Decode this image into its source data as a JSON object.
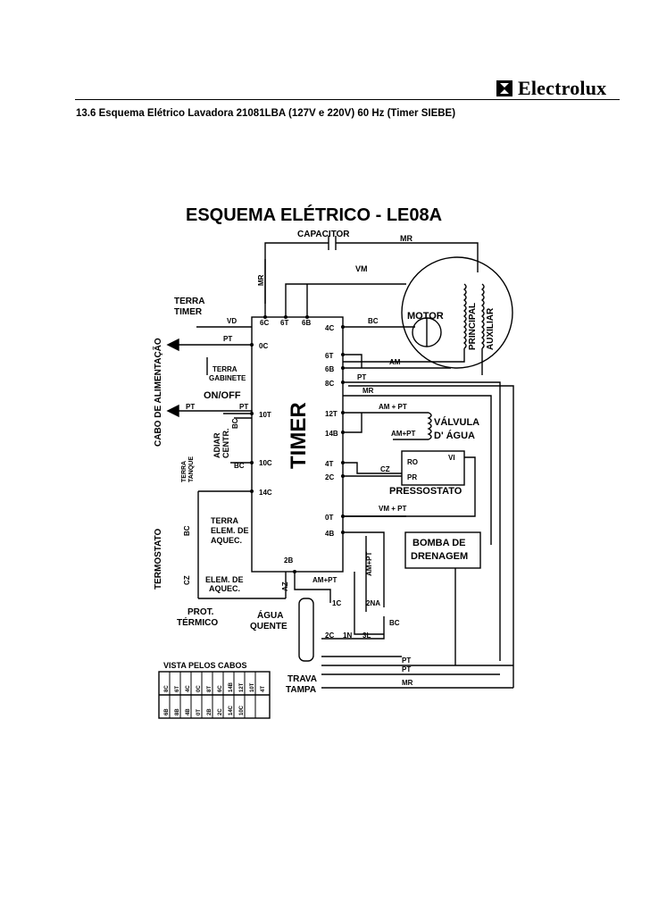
{
  "header": {
    "brand": "Electrolux",
    "caption": "13.6 Esquema Elétrico Lavadora 21081LBA  (127V e 220V) 60 Hz (Timer SIEBE)"
  },
  "diagram": {
    "title": "ESQUEMA  ELÉTRICO - LE08A",
    "capacitor": "CAPACITOR",
    "motor": "MOTOR",
    "principal": "PRINCIPAL",
    "auxiliar": "AUXILIAR",
    "timer": "TIMER",
    "terra_timer_1": "TERRA",
    "terra_timer_2": "TIMER",
    "cabo_alimentacao": "CABO DE ALIMENTAÇÃO",
    "terra_gabinete_1": "TERRA",
    "terra_gabinete_2": "GABINETE",
    "on_off": "ON/OFF",
    "adiar_1": "ADIAR",
    "adiar_2": "CENTR.",
    "terra_tanque_1": "TERRA",
    "terra_tanque_2": "TANQUE",
    "terra_elem_1": "TERRA",
    "terra_elem_2": "ELEM. DE",
    "terra_elem_3": "AQUEC.",
    "termostato": "TERMOSTATO",
    "elem_aquec_1": "ELEM. DE",
    "elem_aquec_2": "AQUEC.",
    "prot_1": "PROT.",
    "prot_2": "TÉRMICO",
    "agua_1": "ÁGUA",
    "agua_2": "QUENTE",
    "valvula_1": "VÁLVULA",
    "valvula_2": "D' ÁGUA",
    "pressostato": "PRESSOSTATO",
    "bomba_1": "BOMBA DE",
    "bomba_2": "DRENAGEM",
    "trava_1": "TRAVA",
    "trava_2": "TAMPA",
    "vista": "VISTA PELOS CABOS"
  },
  "terminals": [
    "6C",
    "6T",
    "6B",
    "4C",
    "0C",
    "6T",
    "6B",
    "8C",
    "10T",
    "12T",
    "14B",
    "10C",
    "4T",
    "2C",
    "14C",
    "0T",
    "4B",
    "2B",
    "1C",
    "2NA",
    "2C",
    "1N",
    "3L"
  ],
  "wires": [
    "MR",
    "VM",
    "BC",
    "VD",
    "PT",
    "AM",
    "AM + PT",
    "AM+PT",
    "CZ",
    "VM + PT",
    "AZ",
    "RO",
    "PR",
    "VI"
  ],
  "connector_pins_top": [
    "8C",
    "6T",
    "4C",
    "0C",
    "8T",
    "6C",
    "14B",
    "12T",
    "10T",
    "4T"
  ],
  "connector_pins_bottom": [
    "6B",
    "8B",
    "4B",
    "0T",
    "2B",
    "2C",
    "14C",
    "10C",
    "",
    ""
  ]
}
